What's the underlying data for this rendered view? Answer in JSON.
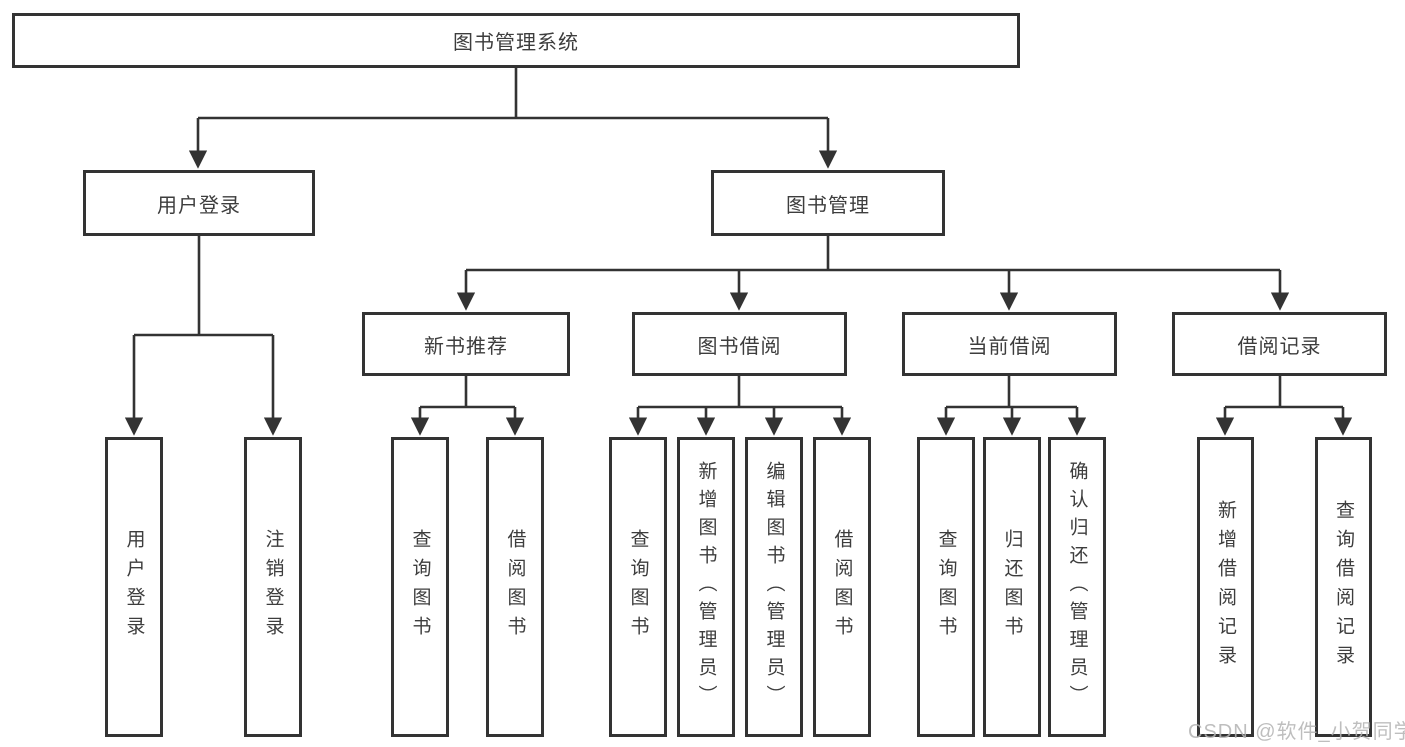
{
  "tree": {
    "label": "图书管理系统",
    "children": [
      {
        "label": "用户登录",
        "children": [
          {
            "label": "用户登录"
          },
          {
            "label": "注销登录"
          }
        ]
      },
      {
        "label": "图书管理",
        "children": [
          {
            "label": "新书推荐",
            "children": [
              {
                "label": "查询图书"
              },
              {
                "label": "借阅图书"
              }
            ]
          },
          {
            "label": "图书借阅",
            "children": [
              {
                "label": "查询图书"
              },
              {
                "label": "新增图书（管理员）"
              },
              {
                "label": "编辑图书（管理员）"
              },
              {
                "label": "借阅图书"
              }
            ]
          },
          {
            "label": "当前借阅",
            "children": [
              {
                "label": "查询图书"
              },
              {
                "label": "归还图书"
              },
              {
                "label": "确认归还（管理员）"
              }
            ]
          },
          {
            "label": "借阅记录",
            "children": [
              {
                "label": "新增借阅记录"
              },
              {
                "label": "查询借阅记录"
              }
            ]
          }
        ]
      }
    ]
  },
  "watermark": {
    "text": "CSDN @软件_小贺同学"
  },
  "colors": {
    "line": "#333333",
    "box_border": "#333333",
    "text": "#3d3d3d",
    "watermark": "#b3b3b3",
    "background": "#ffffff"
  }
}
